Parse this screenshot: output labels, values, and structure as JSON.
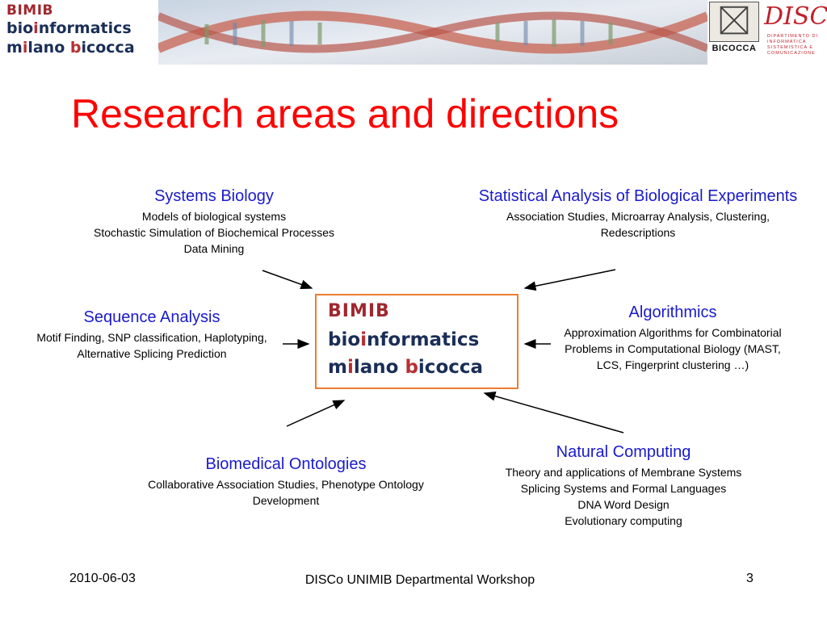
{
  "header": {
    "logo_line1": "BIMIB",
    "logo_line2_a": "bio",
    "logo_line2_b": "i",
    "logo_line2_c": "nformatics",
    "logo_line3_a": "m",
    "logo_line3_b": "i",
    "logo_line3_c": "lano ",
    "logo_line3_d": "b",
    "logo_line3_e": "icocca",
    "university_label": "BICOCCA",
    "disco_mark": "DISCo",
    "disco_sub": "DIPARTIMENTO DI INFORMATICA SISTEMISTICA E COMUNICAZIONE"
  },
  "title": "Research areas and directions",
  "areas": {
    "systems_biology": {
      "heading": "Systems Biology",
      "lines": [
        "Models of biological  systems",
        "Stochastic Simulation of Biochemical Processes",
        "Data Mining"
      ]
    },
    "statistical_analysis": {
      "heading": "Statistical Analysis of Biological Experiments",
      "lines": [
        "Association Studies, Microarray Analysis, Clustering, Redescriptions"
      ]
    },
    "sequence_analysis": {
      "heading": "Sequence Analysis",
      "lines": [
        "Motif Finding, SNP classification, Haplotyping, Alternative Splicing Prediction"
      ]
    },
    "algorithmics": {
      "heading": "Algorithmics",
      "lines": [
        "Approximation Algorithms for Combinatorial Problems in Computational Biology (MAST, LCS, Fingerprint clustering …)"
      ]
    },
    "biomedical_ontologies": {
      "heading": "Biomedical Ontologies",
      "lines": [
        "Collaborative Association Studies, Phenotype Ontology Development"
      ]
    },
    "natural_computing": {
      "heading": "Natural Computing",
      "lines": [
        "Theory and applications of Membrane Systems",
        "Splicing Systems and Formal Languages",
        "DNA Word Design",
        "Evolutionary computing"
      ]
    }
  },
  "center_logo": {
    "line1": "BIMIB",
    "line2_a": "bio",
    "line2_b": "i",
    "line2_c": "nformatics",
    "line3_a": "m",
    "line3_b": "i",
    "line3_c": "lano ",
    "line3_d": "b",
    "line3_e": "icocca"
  },
  "footer": {
    "date": "2010-06-03",
    "center": "DISCo UNIMIB Departmental Workshop",
    "page": "3"
  },
  "colors": {
    "title": "#ff0000",
    "heading": "#1a1acc",
    "box_border": "#ed7d31",
    "logo_red": "#a0272e",
    "logo_navy": "#1a2e57"
  }
}
